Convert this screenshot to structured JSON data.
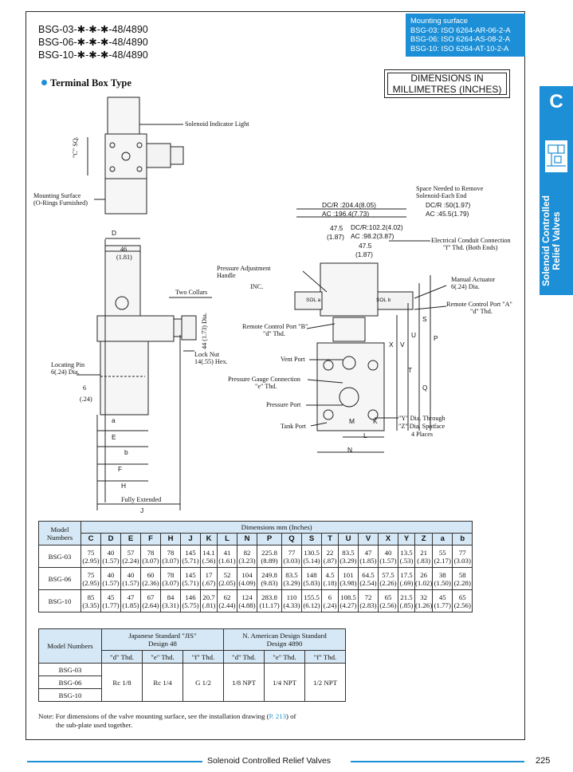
{
  "header": {
    "models": [
      "BSG-03-✱-✱-✱-48/4890",
      "BSG-06-✱-✱-✱-48/4890",
      "BSG-10-✱-✱-✱-48/4890"
    ],
    "mounting_title": "Mounting surface",
    "mounting_lines": [
      "BSG-03: ISO 6264-AR-06-2-A",
      "BSG-06: ISO 6264-AS-08-2-A",
      "BSG-10: ISO 6264-AT-10-2-A"
    ],
    "section_title": "Terminal Box Type",
    "dim_box": [
      "DIMENSIONS IN",
      "MILLIMETRES (INCHES)"
    ]
  },
  "side_tab": {
    "letter": "C",
    "text": [
      "Solenoid Controlled",
      "Relief Valves"
    ]
  },
  "labels": {
    "solenoid_indicator": "Solenoid Indicator Light",
    "c_sq": "\"C\" SQ.",
    "mounting_surface": "Mounting Surface",
    "orings": "(O-Rings Furnished)",
    "d": "D",
    "d46": "46",
    "d46in": "(1.81)",
    "two_collars": "Two Collars",
    "dia44": "44 (1.73) Dia.",
    "locating_pin": "Locating Pin",
    "locating_pin2": "6(.24) Dia.",
    "six": "6",
    "six_in": "(.24)",
    "lock_nut": "Lock Nut",
    "lock_nut2": "14(.55) Hex.",
    "a": "a",
    "E": "E",
    "b": "b",
    "F": "F",
    "H": "H",
    "fully_extended": "Fully Extended",
    "J": "J",
    "space_needed": "Space Needed to Remove",
    "space_needed2": "Solenoid-Each End",
    "dcr_left": "DC/R :204.4(8.05)",
    "ac_left": "AC    :196.4(7.73)",
    "dcr_right": "DC/R :50(1.97)",
    "ac_right": "AC    :45.5(1.79)",
    "d475": "47.5",
    "d475in": "(1.87)",
    "dcr_mid": "DC/R:102.2(4.02)",
    "ac_mid": "AC   :98.2(3.87)",
    "d475b": "47.5",
    "d475bin": "(1.87)",
    "electrical_conduit": "Electrical Conduit Connection",
    "f_thd": "\"f\" Thd. (Both Ends)",
    "pressure_adj": "Pressure Adjustment",
    "handle": "Handle",
    "inc": "INC.",
    "manual_actuator": "Manual Actuator",
    "manual_actuator2": "6(.24) Dia.",
    "remote_a": "Remote Control Port \"A\"",
    "remote_a_thd": "\"d\" Thd.",
    "sol_a": "SOL a",
    "sol_b": "SOL b",
    "remote_b": "Remote Control Port \"B\"",
    "remote_b_thd": "\"d\" Thd.",
    "vent_port": "Vent Port",
    "gauge": "Pressure Gauge Connection",
    "gauge_thd": "\"e\" Thd.",
    "pressure_port": "Pressure Port",
    "tank_port": "Tank Port",
    "y_dia": "\"Y\" Dia. Through",
    "z_dia": "\"Z\" Dia. Spotface",
    "four_places": "4 Places",
    "K": "K",
    "L": "L",
    "N": "N",
    "M": "M",
    "S": "S",
    "P": "P",
    "U": "U",
    "V": "V",
    "X": "X",
    "T": "T",
    "Q": "Q"
  },
  "dim_table": {
    "model_header": "Model Numbers",
    "dims_header": "Dimensions  mm (Inches)",
    "columns": [
      "C",
      "D",
      "E",
      "F",
      "H",
      "J",
      "K",
      "L",
      "N",
      "P",
      "Q",
      "S",
      "T",
      "U",
      "V",
      "X",
      "Y",
      "Z",
      "a",
      "b"
    ],
    "rows": [
      {
        "model": "BSG-03",
        "mm": [
          "75",
          "40",
          "57",
          "78",
          "78",
          "145",
          "14.1",
          "41",
          "82",
          "225.8",
          "77",
          "130.5",
          "22",
          "83.5",
          "47",
          "40",
          "13.5",
          "21",
          "55",
          "77"
        ],
        "in": [
          "(2.95)",
          "(1.57)",
          "(2.24)",
          "(3.07)",
          "(3.07)",
          "(5.71)",
          "(.56)",
          "(1.61)",
          "(3.23)",
          "(8.89)",
          "(3.03)",
          "(5.14)",
          "(.87)",
          "(3.29)",
          "(1.85)",
          "(1.57)",
          "(.53)",
          "(.83)",
          "(2.17)",
          "(3.03)"
        ]
      },
      {
        "model": "BSG-06",
        "mm": [
          "75",
          "40",
          "40",
          "60",
          "78",
          "145",
          "17",
          "52",
          "104",
          "249.8",
          "83.5",
          "148",
          "4.5",
          "101",
          "64.5",
          "57.5",
          "17.5",
          "26",
          "38",
          "58"
        ],
        "in": [
          "(2.95)",
          "(1.57)",
          "(1.57)",
          "(2.36)",
          "(3.07)",
          "(5.71)",
          "(.67)",
          "(2.05)",
          "(4.09)",
          "(9.83)",
          "(3.29)",
          "(5.83)",
          "(.18)",
          "(3.98)",
          "(2.54)",
          "(2.26)",
          "(.69)",
          "(1.02)",
          "(1.50)",
          "(2.28)"
        ]
      },
      {
        "model": "BSG-10",
        "mm": [
          "85",
          "45",
          "47",
          "67",
          "84",
          "146",
          "20.7",
          "62",
          "124",
          "283.8",
          "110",
          "155.5",
          "6",
          "108.5",
          "72",
          "65",
          "21.5",
          "32",
          "45",
          "65"
        ],
        "in": [
          "(3.35)",
          "(1.77)",
          "(1.85)",
          "(2.64)",
          "(3.31)",
          "(5.75)",
          "(.81)",
          "(2.44)",
          "(4.88)",
          "(11.17)",
          "(4.33)",
          "(6.12)",
          "(.24)",
          "(4.27)",
          "(2.83)",
          "(2.56)",
          "(.85)",
          "(1.26)",
          "(1.77)",
          "(2.56)"
        ]
      }
    ]
  },
  "thread_table": {
    "model_header": "Model Numbers",
    "jis_header": [
      "Japanese Standard \"JIS\"",
      "Design 48"
    ],
    "na_header": [
      "N. American Design Standard",
      "Design 4890"
    ],
    "cols": [
      "\"d\" Thd.",
      "\"e\" Thd.",
      "\"f\" Thd.",
      "\"d\" Thd.",
      "\"e\" Thd.",
      "\"f\" Thd."
    ],
    "models": [
      "BSG-03",
      "BSG-06",
      "BSG-10"
    ],
    "values": [
      "Rc 1/8",
      "Rc 1/4",
      "G 1/2",
      "1/8 NPT",
      "1/4 NPT",
      "1/2 NPT"
    ]
  },
  "note": {
    "prefix": "Note: For dimensions of the valve mounting surface, see the installation drawing (",
    "link": "P. 213",
    "suffix": ") of",
    "line2": "the sub-plate used together."
  },
  "footer": {
    "title": "Solenoid Controlled Relief Valves",
    "page": "225"
  }
}
